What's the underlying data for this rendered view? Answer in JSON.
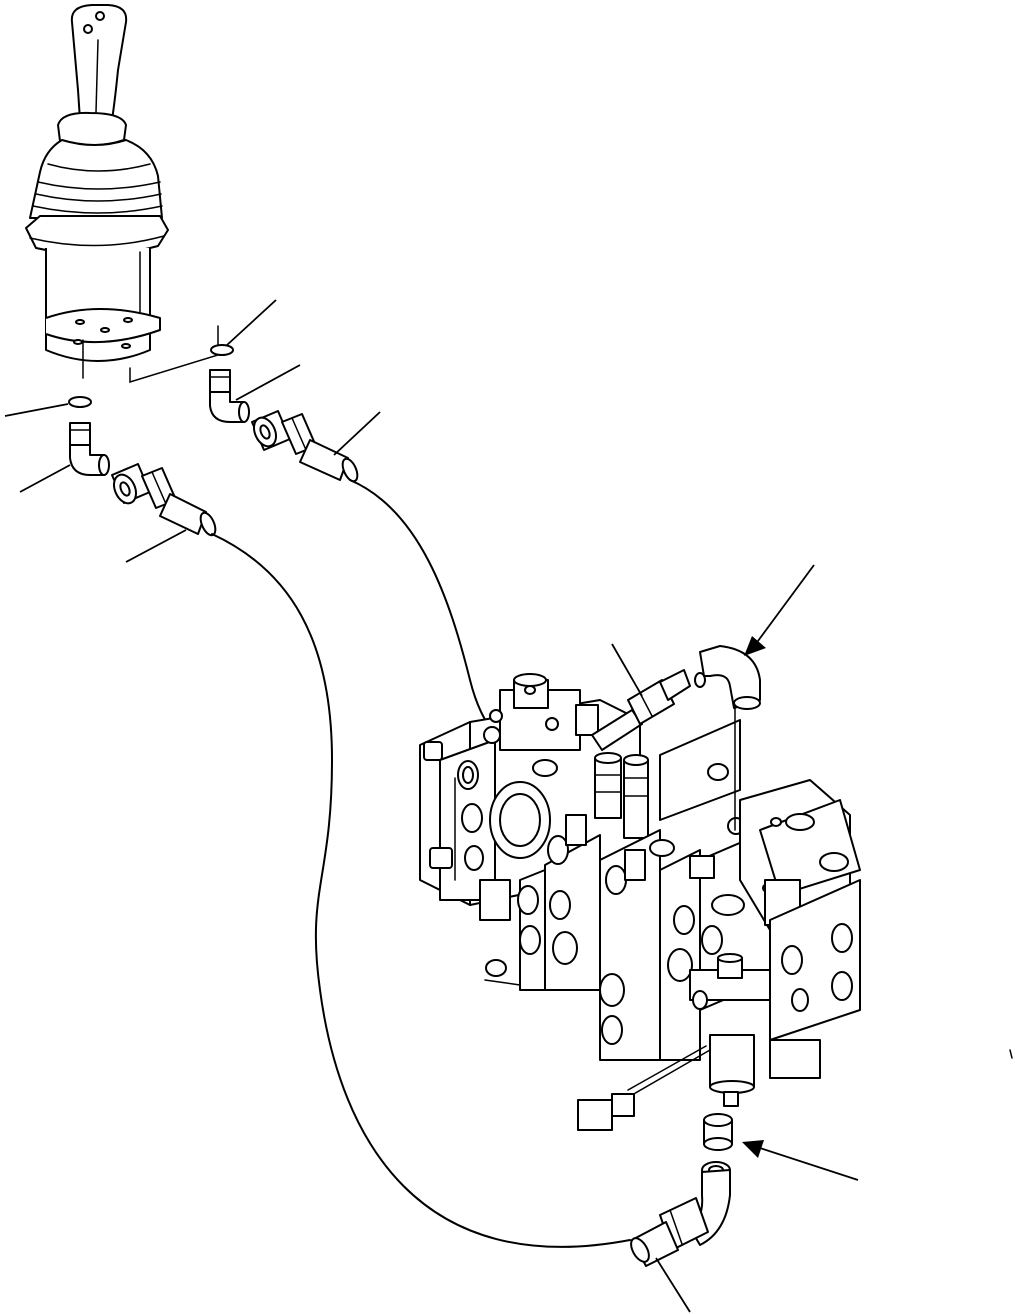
{
  "figure": {
    "callouts": [
      {
        "id": "c1",
        "label": ""
      },
      {
        "id": "c2",
        "label": ""
      },
      {
        "id": "c3",
        "label": ""
      },
      {
        "id": "c4",
        "label": ""
      },
      {
        "id": "c5",
        "label": ""
      },
      {
        "id": "c6",
        "label": ""
      },
      {
        "id": "c7",
        "label": ""
      },
      {
        "id": "c8",
        "label": ""
      },
      {
        "id": "c9",
        "label": ""
      },
      {
        "id": "c10",
        "label": ""
      }
    ]
  }
}
